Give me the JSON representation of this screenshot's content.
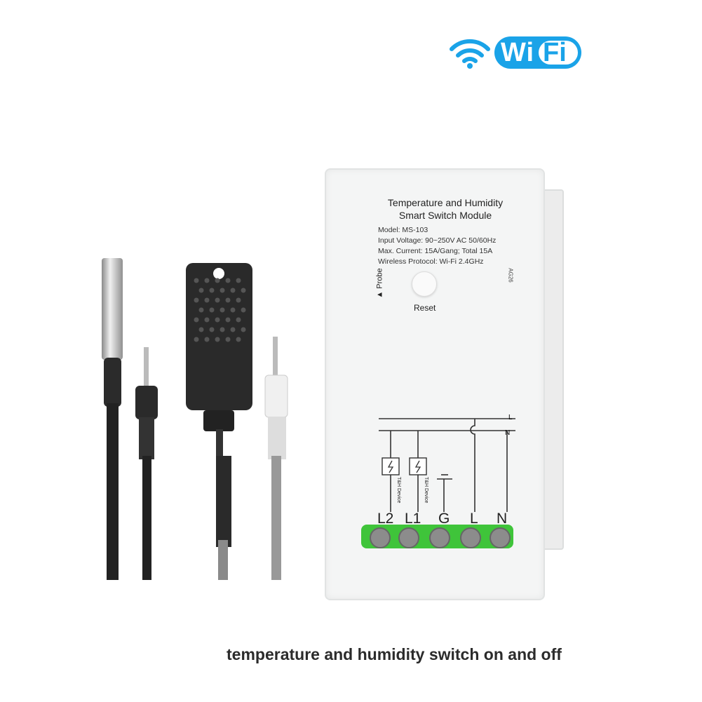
{
  "badge": {
    "wi": "Wi",
    "fi": "Fi",
    "icon": "wifi-signal-icon",
    "color": "#1aa3e8"
  },
  "module": {
    "title_line1": "Temperature and Humidity",
    "title_line2": "Smart Switch Module",
    "specs": [
      "Model: MS-103",
      "Input Voltage: 90~250V AC 50/60Hz",
      "Max. Current: 15A/Gang; Total 15A",
      "Wireless Protocol: Wi-Fi 2.4GHz"
    ],
    "probe_label": "Probe",
    "reset_label": "Reset",
    "code": "AG26",
    "bus_labels": [
      "L",
      "N"
    ],
    "device_label": "T&H Device",
    "terminals": [
      "L2",
      "L1",
      "G",
      "L",
      "N"
    ],
    "terminal_color": "#3fc43a"
  },
  "caption": "temperature and humidity switch on and off"
}
